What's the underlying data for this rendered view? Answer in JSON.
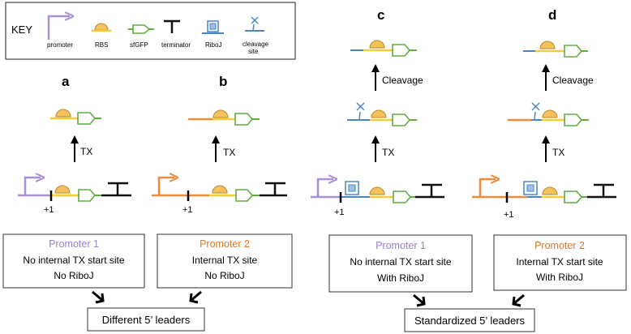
{
  "key": {
    "title": "KEY",
    "items": {
      "promoter": "promoter",
      "rbs": "RBS",
      "sfgfp": "sfGFP",
      "terminator": "terminator",
      "riboj": "RiboJ",
      "cleavage_1": "cleavage",
      "cleavage_2": "site"
    }
  },
  "panels": {
    "a": {
      "letter": "a",
      "tx": "TX",
      "plus1": "+1"
    },
    "b": {
      "letter": "b",
      "tx": "TX",
      "plus1": "+1"
    },
    "c": {
      "letter": "c",
      "tx": "TX",
      "plus1": "+1",
      "cleavage": "Cleavage"
    },
    "d": {
      "letter": "d",
      "tx": "TX",
      "plus1": "+1",
      "cleavage": "Cleavage"
    }
  },
  "boxes": [
    {
      "title": "Promoter 1",
      "line1": "No internal TX start site",
      "line2": "No RiboJ"
    },
    {
      "title": "Promoter 2",
      "line1": "Internal  TX site",
      "line2": "No RiboJ"
    },
    {
      "title": "Promoter 1",
      "line1": "No internal TX start site",
      "line2": "With RiboJ"
    },
    {
      "title": "Promoter 2",
      "line1": "Internal TX start site",
      "line2": "With RiboJ"
    }
  ],
  "results": {
    "left": "Different 5’ leaders",
    "right": "Standardized 5’ leaders"
  },
  "colors": {
    "promoter1": "#a98fd6",
    "promoter2": "#f08a3c",
    "rbs_fill": "#f5c15c",
    "rbs_line": "#b8892a",
    "rbs_bar": "#f2cf3a",
    "gfp": "#5fae42",
    "riboj": "#4a86c8",
    "terminator": "#111111"
  }
}
